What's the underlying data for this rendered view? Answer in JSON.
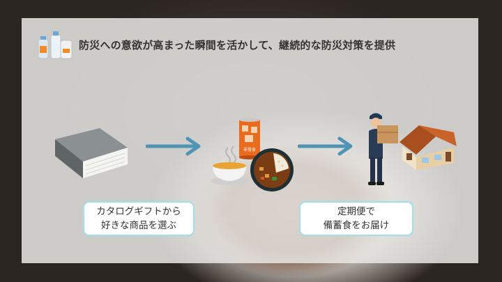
{
  "slide": {
    "title": "防災への意欲が高まった瞬間を活かして、継続的な防災対策を提供",
    "step1": {
      "line1": "カタログギフトから",
      "line2": "好きな商品を選ぶ"
    },
    "step2": {
      "line1": "定期便で",
      "line2": "備蓄食をお届け"
    },
    "can_label": "非常食",
    "colors": {
      "accent_border": "#9fe0e8",
      "arrow": "#4f93b5",
      "panel": "#e8e6e4"
    },
    "icons": [
      "water-bottles-icon",
      "catalog-book-icon",
      "arrow-right-icon",
      "soup-cup-icon",
      "canned-food-icon",
      "curry-plate-icon",
      "delivery-person-icon",
      "house-icon"
    ]
  }
}
